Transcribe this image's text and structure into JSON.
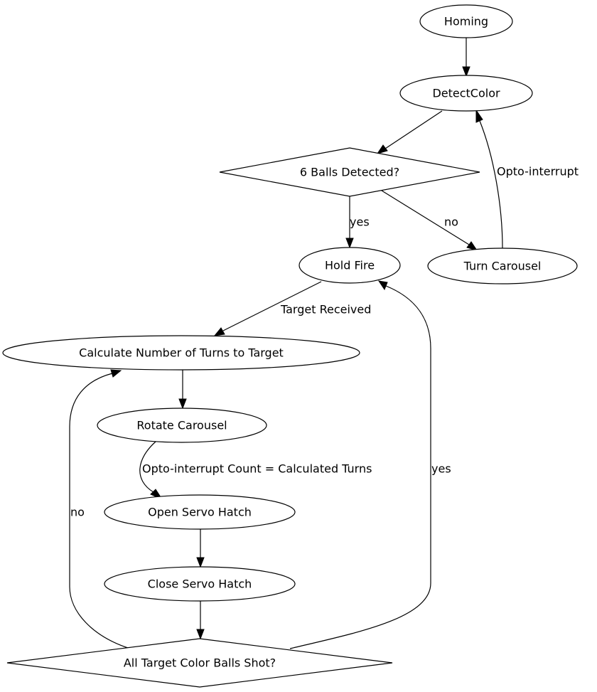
{
  "nodes": {
    "homing": "Homing",
    "detect_color": "DetectColor",
    "six_balls": "6 Balls Detected?",
    "hold_fire": "Hold Fire",
    "turn_carousel": "Turn Carousel",
    "calc_turns": "Calculate Number of Turns to Target",
    "rotate_carousel": "Rotate Carousel",
    "open_hatch": "Open Servo Hatch",
    "close_hatch": "Close Servo Hatch",
    "all_shot": "All Target Color Balls Shot?"
  },
  "edges": {
    "six_balls_yes": "yes",
    "six_balls_no": "no",
    "turn_opto": "Opto-interrupt",
    "target_received": "Target Received",
    "opto_count": "Opto-interrupt Count = Calculated Turns",
    "all_shot_no": "no",
    "all_shot_yes": "yes"
  }
}
